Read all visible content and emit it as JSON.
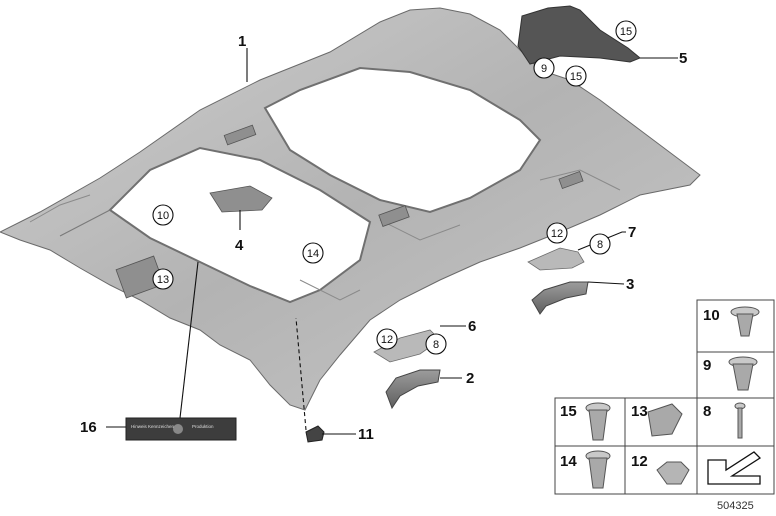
{
  "diagram": {
    "reference_number": "504325",
    "callouts": [
      "1",
      "2",
      "3",
      "4",
      "5",
      "6",
      "7",
      "11",
      "16"
    ],
    "circled_callouts": [
      "8",
      "9",
      "10",
      "12",
      "13",
      "14",
      "15"
    ],
    "legend_grid": {
      "cells": [
        "10",
        "9",
        "15",
        "13",
        "8",
        "14",
        "12"
      ]
    },
    "label_plate": {
      "left_text": "Hinweis Kennzeichen",
      "right_text": "Produktion"
    }
  }
}
